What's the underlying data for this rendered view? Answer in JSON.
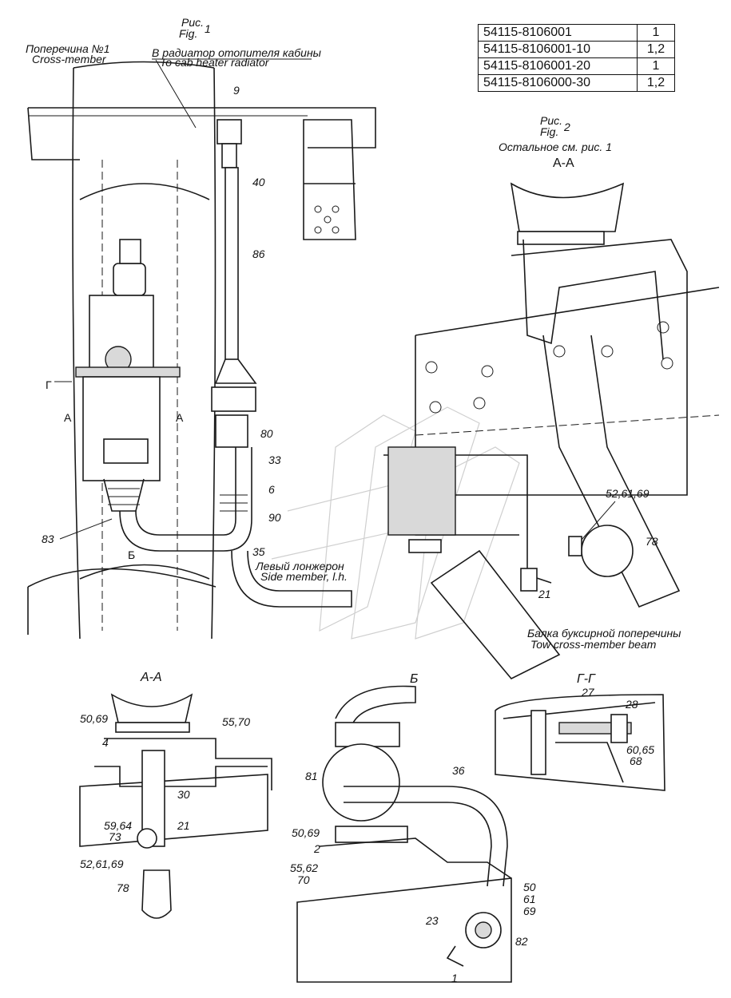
{
  "spec_table": {
    "rows": [
      {
        "part": "54115-8106001",
        "qty": "1"
      },
      {
        "part": "54115-8106001-10",
        "qty": "1,2"
      },
      {
        "part": "54115-8106001-20",
        "qty": "1"
      },
      {
        "part": "54115-8106000-30",
        "qty": "1,2"
      }
    ]
  },
  "fig1": {
    "title_ru": "Рис.",
    "title_en": "Fig.",
    "number": "1",
    "crossmember_ru": "Поперечина №1",
    "crossmember_en": "Cross-member",
    "heater_ru": "В радиатор отопителя кабины",
    "heater_en": "To cab heater radiator",
    "sidemember_ru": "Левый лонжерон",
    "sidemember_en": "Side member, l.h.",
    "section_g": "Г",
    "section_a_left": "А",
    "section_a_right": "А",
    "view_b": "Б",
    "callouts": [
      "9",
      "40",
      "86",
      "80",
      "33",
      "6",
      "90",
      "83",
      "35"
    ]
  },
  "fig2": {
    "title_ru": "Рис.",
    "title_en": "Fig.",
    "number": "2",
    "note_ru": "Остальное см. рис. 1",
    "section": "А-А",
    "beam_ru": "Балка буксирной поперечины",
    "beam_en": "Tow cross-member beam",
    "callouts": [
      "52,61,69",
      "78",
      "21"
    ]
  },
  "view_aa": {
    "title": "А-А",
    "callouts": [
      "50,69",
      "55,70",
      "4",
      "30",
      "59,64",
      "73",
      "21",
      "52,61,69",
      "78"
    ]
  },
  "view_b": {
    "title": "Б",
    "callouts": [
      "81",
      "36",
      "50,69",
      "2",
      "55,62",
      "70",
      "50",
      "61",
      "69",
      "23",
      "82",
      "1"
    ]
  },
  "view_gg": {
    "title": "Г-Г",
    "callouts": [
      "27",
      "28",
      "60,65",
      "68"
    ]
  }
}
